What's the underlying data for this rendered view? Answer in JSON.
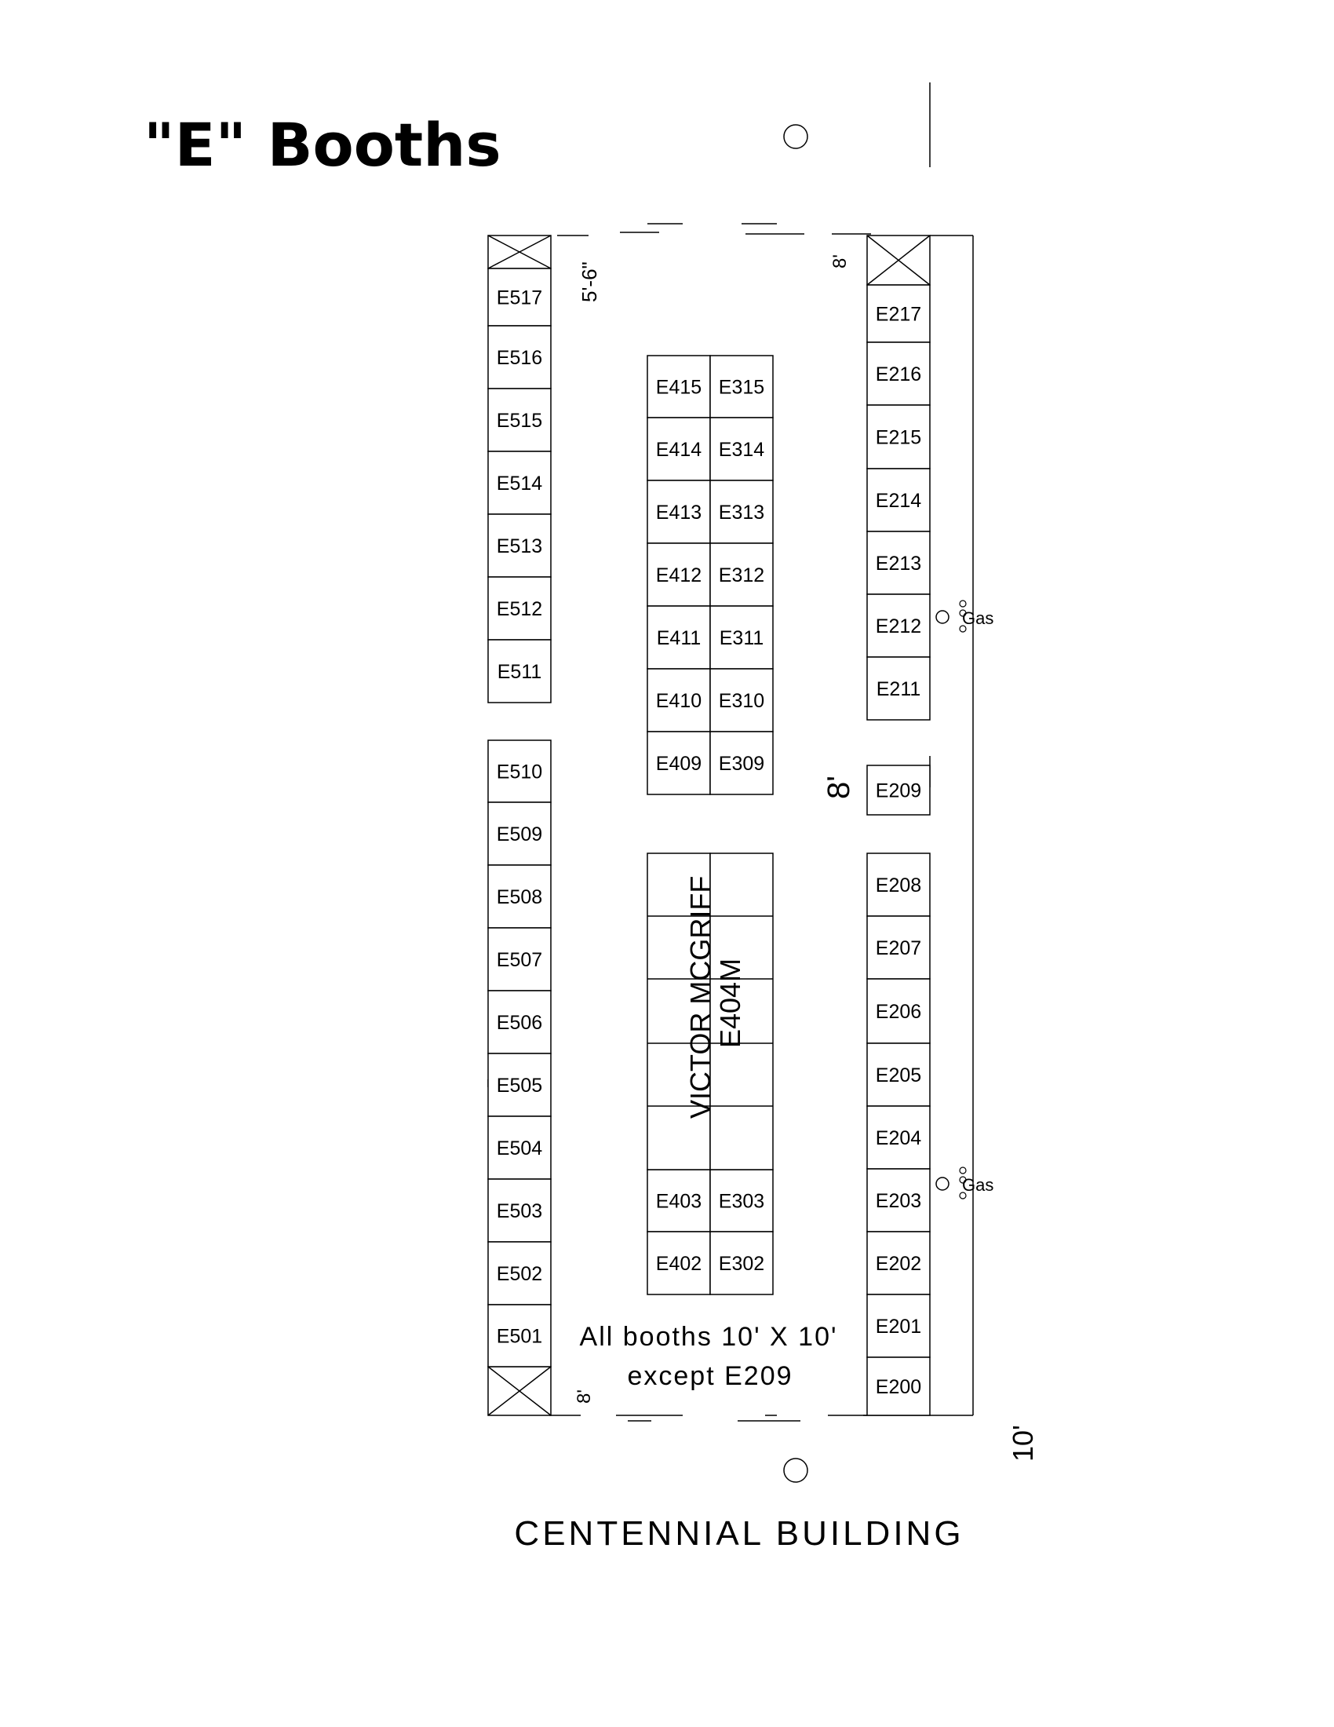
{
  "title": "\"E\" Booths",
  "building_label": "CENTENNIAL BUILDING",
  "note": {
    "line1": "All booths 10' X 10'",
    "line2": "except E209"
  },
  "special_booth": {
    "name": "VICTOR MCGRIFF",
    "booth": "E404M"
  },
  "dimensions": {
    "top_left_aisle": "5'-6\"",
    "top_right_aisle": "8'",
    "center_aisle": "8'",
    "bottom_left_aisle": "8'",
    "right_edge": "10'"
  },
  "utilities": {
    "gas_label": "Gas"
  },
  "booths": {
    "left_column_upper": [
      "E517",
      "E516",
      "E515",
      "E514",
      "E513",
      "E512",
      "E511"
    ],
    "left_column_lower": [
      "E510",
      "E509",
      "E508",
      "E507",
      "E506",
      "E505",
      "E504",
      "E503",
      "E502",
      "E501"
    ],
    "center_upper_left": [
      "E415",
      "E414",
      "E413",
      "E412",
      "E411",
      "E410",
      "E409"
    ],
    "center_upper_right": [
      "E315",
      "E314",
      "E313",
      "E312",
      "E311",
      "E310",
      "E309"
    ],
    "center_lower_left": [
      "E403",
      "E402"
    ],
    "center_lower_right": [
      "E303",
      "E302"
    ],
    "right_column_upper": [
      "E217",
      "E216",
      "E215",
      "E214",
      "E213",
      "E212",
      "E211"
    ],
    "right_single": [
      "E209"
    ],
    "right_column_lower": [
      "E208",
      "E207",
      "E206",
      "E205",
      "E204",
      "E203",
      "E202",
      "E201",
      "E200"
    ]
  }
}
